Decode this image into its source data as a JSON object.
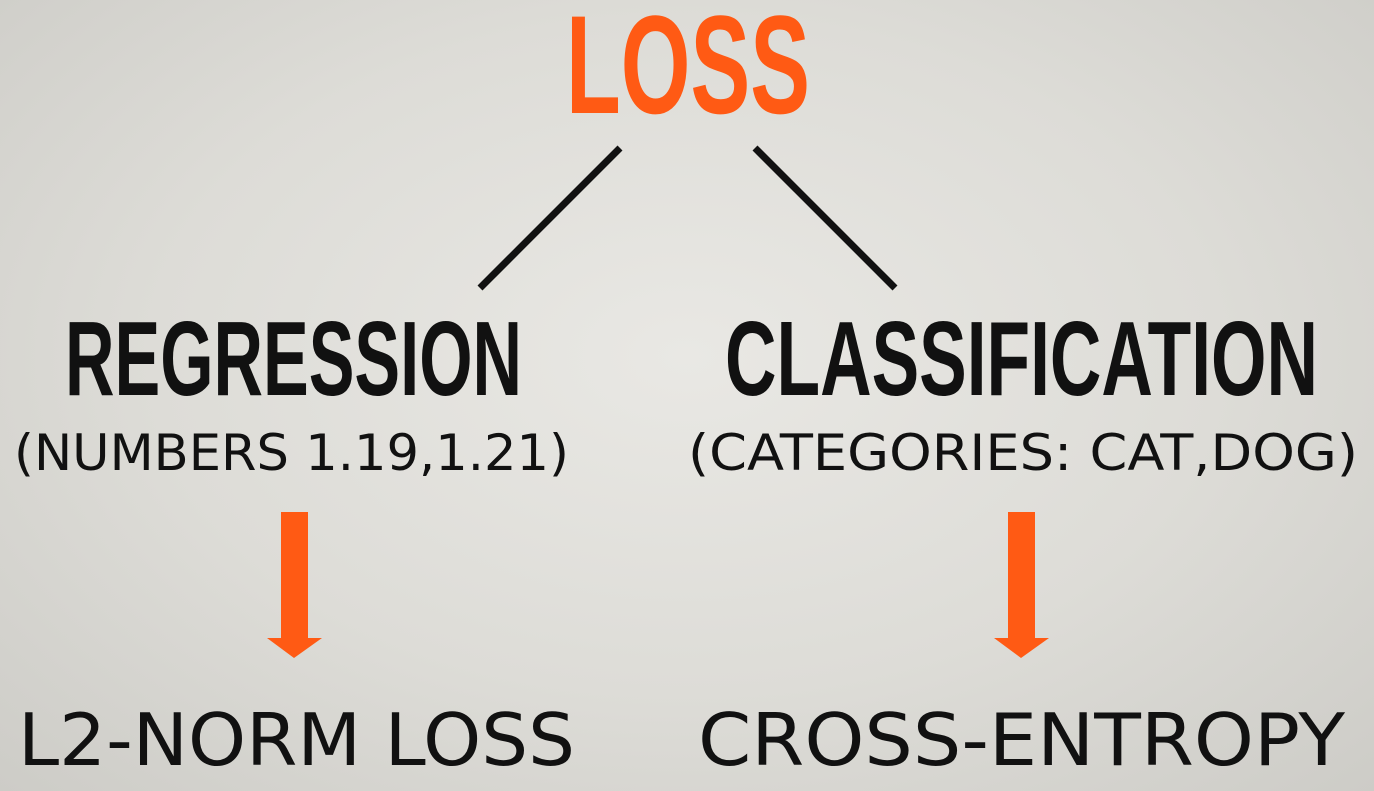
{
  "colors": {
    "accent": "#ff5a14",
    "text": "#111111",
    "background": "#e3e2de"
  },
  "root": {
    "label": "LOSS"
  },
  "branches": [
    {
      "label": "REGRESSION",
      "subtitle": "(NUMBERS 1.19,1.21)",
      "result": "L2-NORM LOSS"
    },
    {
      "label": "CLASSIFICATION",
      "subtitle": "(CATEGORIES: CAT,DOG)",
      "result": "CROSS-ENTROPY"
    }
  ]
}
